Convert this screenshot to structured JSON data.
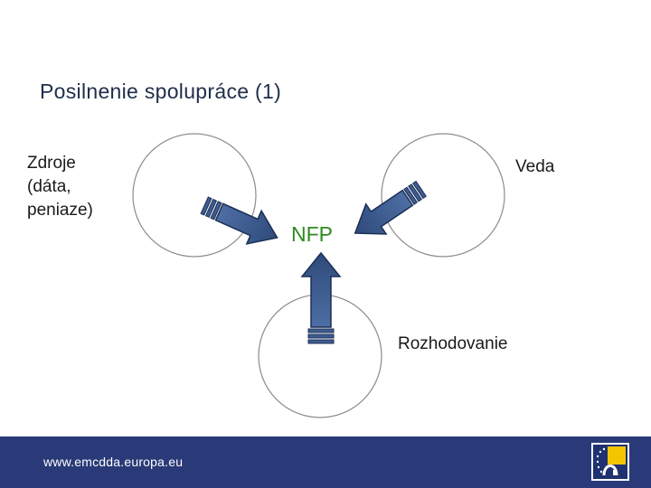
{
  "slide": {
    "title": "Posilnenie spolupráce (1)"
  },
  "diagram": {
    "nodes": [
      {
        "id": "sources",
        "label_lines": [
          "Zdroje",
          "(dáta,",
          "peniaze)"
        ]
      },
      {
        "id": "science",
        "label": "Veda"
      },
      {
        "id": "decision",
        "label": "Rozhodovanie"
      }
    ],
    "center": {
      "label": "NFP"
    },
    "colors": {
      "circle_stroke": "#8c8c8c",
      "arrow_fill": "#3e5c8f",
      "arrow_stroke": "#1c2f55",
      "center_text": "#2e8b1e"
    }
  },
  "footer": {
    "url": "www.emcdda.europa.eu",
    "background": "#2a3a78",
    "logo_icon": "emcdda-logo-icon"
  }
}
